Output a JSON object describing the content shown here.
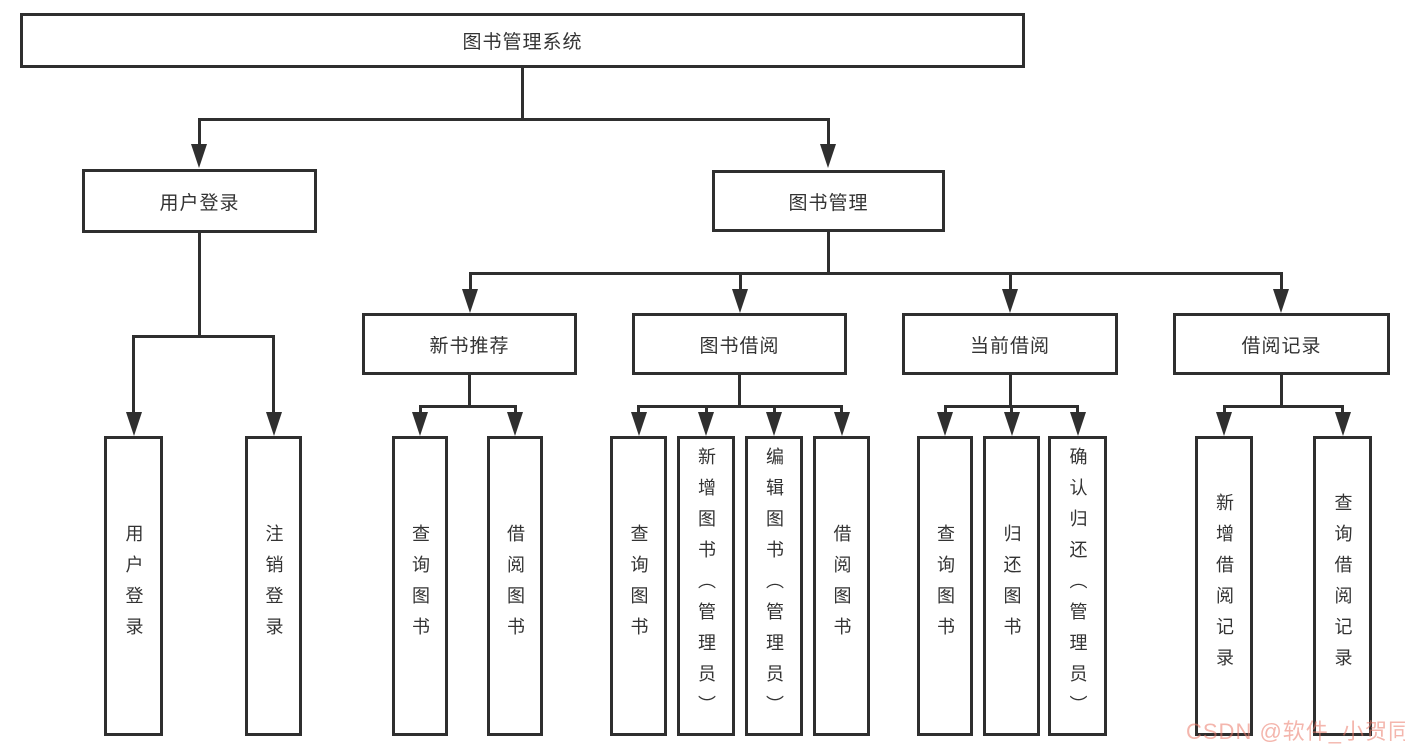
{
  "colors": {
    "line": "#2f2f2f",
    "text": "#333333",
    "background": "#ffffff",
    "watermark": "rgba(235,122,105,0.55)"
  },
  "tree": {
    "label": "图书管理系统",
    "children": [
      {
        "label": "用户登录",
        "children": [
          {
            "label": "用户登录"
          },
          {
            "label": "注销登录"
          }
        ]
      },
      {
        "label": "图书管理",
        "children": [
          {
            "label": "新书推荐",
            "children": [
              {
                "label": "查询图书"
              },
              {
                "label": "借阅图书"
              }
            ]
          },
          {
            "label": "图书借阅",
            "children": [
              {
                "label": "查询图书"
              },
              {
                "label": "新增图书（管理员）"
              },
              {
                "label": "编辑图书（管理员）"
              },
              {
                "label": "借阅图书"
              }
            ]
          },
          {
            "label": "当前借阅",
            "children": [
              {
                "label": "查询图书"
              },
              {
                "label": "归还图书"
              },
              {
                "label": "确认归还（管理员）"
              }
            ]
          },
          {
            "label": "借阅记录",
            "children": [
              {
                "label": "新增借阅记录"
              },
              {
                "label": "查询借阅记录"
              }
            ]
          }
        ]
      }
    ]
  },
  "watermark": {
    "text": "CSDN @软件_小贺同学"
  }
}
